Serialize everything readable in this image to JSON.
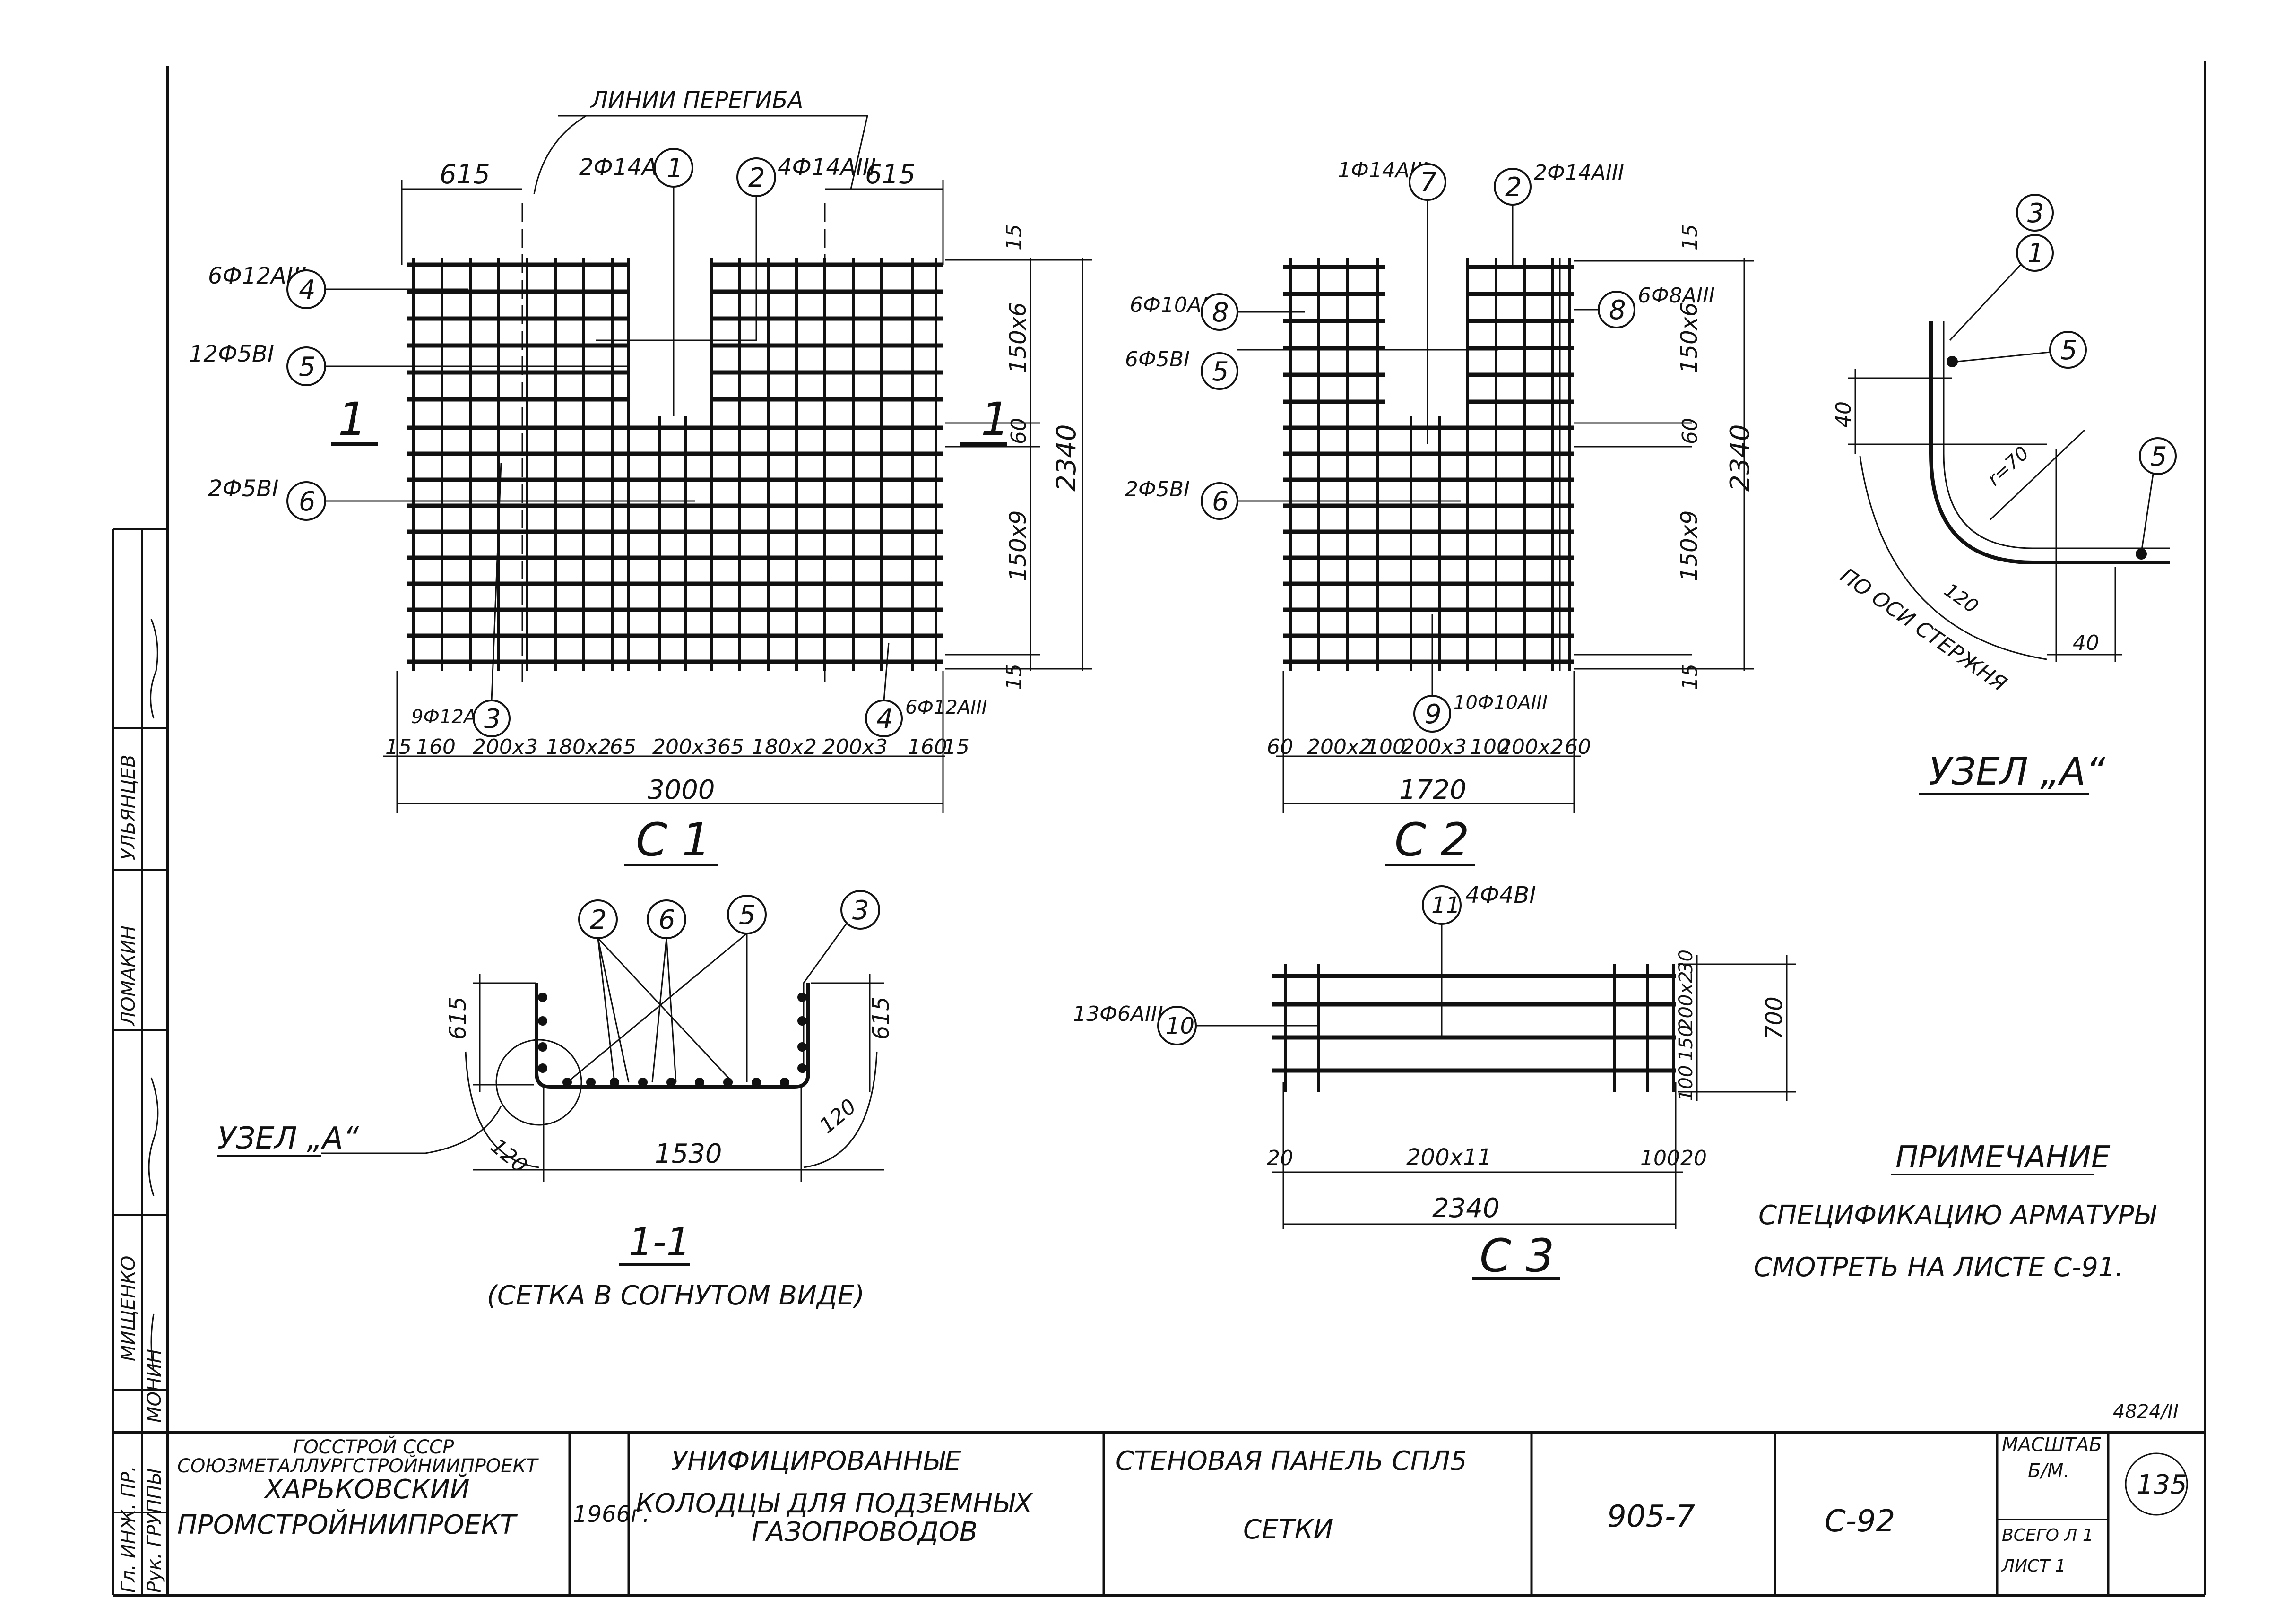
{
  "colors": {
    "ink": "#111111",
    "paper": "#ffffff"
  },
  "c1": {
    "bend_label": "ЛИНИИ ПЕРЕГИБА",
    "callouts": {
      "c1": "2Ф14АIII",
      "c2": "4Ф14АIII",
      "c4": "6Ф12АIII",
      "c5": "12Ф5ВI",
      "c6": "2Ф5ВI",
      "c3": "9Ф12АIII",
      "c4b": "6Ф12АIII"
    },
    "bubbles": {
      "b1": "1",
      "b2": "2",
      "b4": "4",
      "b5": "5",
      "b6": "6",
      "b3": "3",
      "b4b": "4"
    },
    "dims_top": {
      "left": "615",
      "right": "615"
    },
    "dims_right": {
      "top": "15",
      "mid1": "150x6",
      "mid2": "60",
      "mid3": "150x9",
      "bot": "15",
      "total": "2340"
    },
    "dims_bottom": [
      "15",
      "160",
      "200x3",
      "180x2",
      "65",
      "200x3",
      "65",
      "180x2",
      "200x3",
      "160",
      "15"
    ],
    "overall": "3000",
    "section_marks": {
      "left": "1",
      "right": "1"
    },
    "title": "С 1"
  },
  "c2": {
    "callouts": {
      "c7": "1Ф14АIII",
      "c2": "2Ф14АIII",
      "c8": "6Ф10АIII",
      "c5": "6Ф5ВI",
      "c8r": "6Ф8АIII",
      "c6": "2Ф5ВI",
      "c9": "10Ф10АIII"
    },
    "bubbles": {
      "b7": "7",
      "b2": "2",
      "b8": "8",
      "b5": "5",
      "b8r": "8",
      "b6": "6",
      "b9": "9"
    },
    "dims_right": {
      "top": "15",
      "mid1": "150x6",
      "mid2": "60",
      "mid3": "150x9",
      "bot": "15",
      "total": "2340"
    },
    "dims_bottom": [
      "60",
      "200x2",
      "100",
      "200x3",
      "100",
      "200x2",
      "60"
    ],
    "overall": "1720",
    "title": "С 2"
  },
  "node": {
    "bubbles": {
      "b3": "3",
      "b1": "1",
      "b5a": "5",
      "b5b": "5"
    },
    "dim_40_top": "40",
    "radius": "r=70",
    "arc": "120",
    "axis": "ПО ОСИ СТЕРЖНЯ",
    "dim_40_right": "40",
    "title": "УЗЕЛ „А“"
  },
  "section11": {
    "bubbles": {
      "b2": "2",
      "b6": "6",
      "b5": "5",
      "b3": "3"
    },
    "dim_615_left": "615",
    "dim_615_right": "615",
    "dim_120_left": "120",
    "dim_1530": "1530",
    "dim_120_right": "120",
    "node_ref": "УЗЕЛ „А“",
    "title": "1-1",
    "subtitle": "(СЕТКА В СОГНУТОМ ВИДЕ)"
  },
  "c3": {
    "callout_top": "4Ф4ВI",
    "bubble_top": "11",
    "callout_left": "13Ф6АIII",
    "bubble_left": "10",
    "dims_right": [
      "30",
      "200x2",
      "150",
      "100"
    ],
    "height": "700",
    "dims_bottom": [
      "20",
      "200x11",
      "100",
      "20"
    ],
    "overall": "2340",
    "title": "С 3"
  },
  "note": {
    "heading": "ПРИМЕЧАНИЕ",
    "line1": "СПЕЦИФИКАЦИЮ АРМАТУРЫ",
    "line2": "СМОТРЕТЬ НА ЛИСТЕ С-91."
  },
  "stamp": {
    "org1": "ГОССТРОЙ СССР",
    "org2": "СОЮЗМЕТАЛЛУРГСТРОЙНИИПРОЕКТ",
    "org3": "ХАРЬКОВСКИЙ",
    "org4": "ПРОМСТРОЙНИИПРОЕКТ",
    "year": "1966г.",
    "project1": "УНИФИЦИРОВАННЫЕ",
    "project2": "КОЛОДЦЫ ДЛЯ ПОДЗЕМНЫХ",
    "project3": "ГАЗОПРОВОДОВ",
    "title1": "СТЕНОВАЯ ПАНЕЛЬ СПЛ5",
    "title2": "СЕТКИ",
    "series": "905-7",
    "sheet_code": "С-92",
    "scale_label": "МАСШТАБ",
    "scale_value": "Б/М.",
    "total_sheets": "ВСЕГО Л 1",
    "sheet_no": "ЛИСТ 1",
    "page_number": "135",
    "archive": "4824/II",
    "side": [
      "Гл. ИНЖ. ПР.",
      "Рук. ГРУППЫ",
      "МОНИН",
      "МИЩЕНКО",
      "ЛОМАКИН",
      "УЛЬЯНЦЕВ"
    ]
  }
}
